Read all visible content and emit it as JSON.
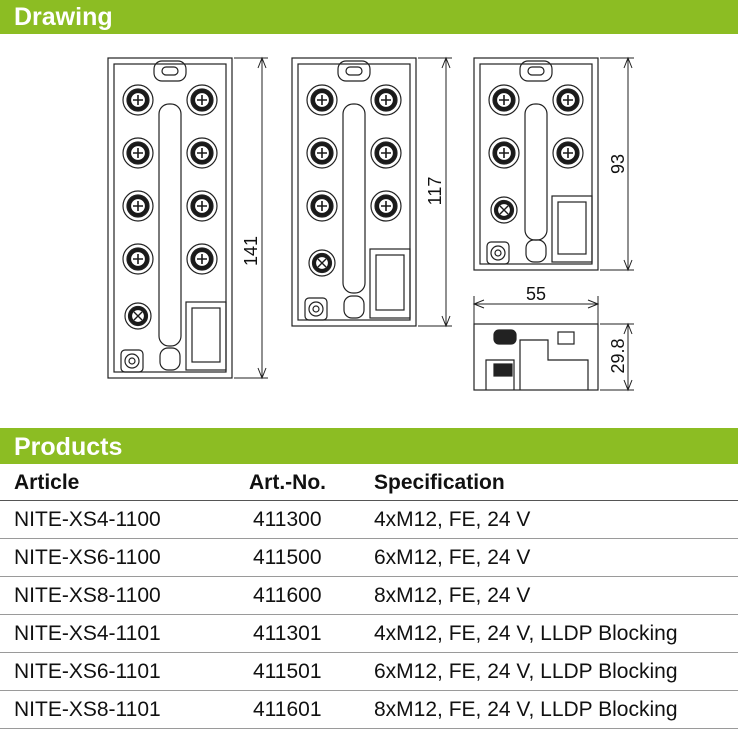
{
  "sections": {
    "drawing_title": "Drawing",
    "products_title": "Products"
  },
  "drawing": {
    "dim_141": "141",
    "dim_117": "117",
    "dim_93": "93",
    "dim_55": "55",
    "dim_29_8": "29.8"
  },
  "table": {
    "headers": [
      "Article",
      "Art.-No.",
      "Specification"
    ],
    "rows": [
      {
        "article": "NITE-XS4-1100",
        "art_no": "411300",
        "spec": "4xM12, FE, 24 V"
      },
      {
        "article": "NITE-XS6-1100",
        "art_no": "411500",
        "spec": "6xM12, FE, 24 V"
      },
      {
        "article": "NITE-XS8-1100",
        "art_no": "411600",
        "spec": "8xM12, FE, 24 V"
      },
      {
        "article": "NITE-XS4-1101",
        "art_no": "411301",
        "spec": "4xM12, FE, 24 V, LLDP Blocking"
      },
      {
        "article": "NITE-XS6-1101",
        "art_no": "411501",
        "spec": "6xM12, FE, 24 V, LLDP Blocking"
      },
      {
        "article": "NITE-XS8-1101",
        "art_no": "411601",
        "spec": "8xM12, FE, 24 V, LLDP Blocking"
      }
    ]
  },
  "colors": {
    "header_green": "#8cbd23",
    "line": "#222222"
  }
}
